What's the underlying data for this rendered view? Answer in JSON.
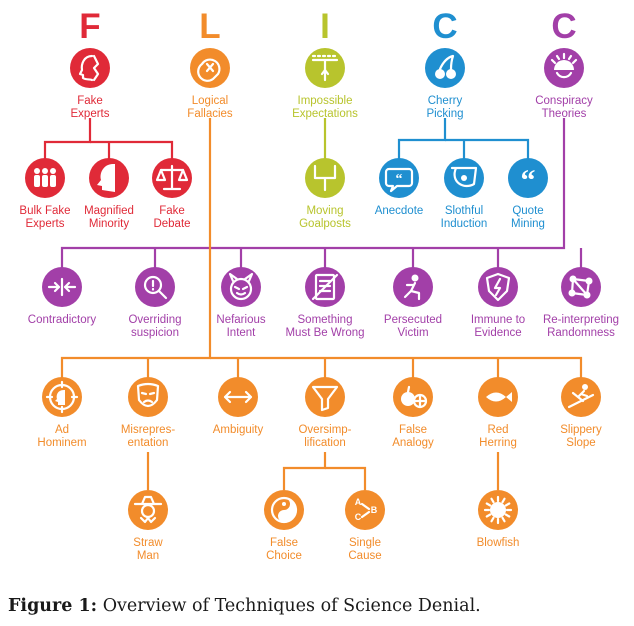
{
  "colors": {
    "red": "#e02a38",
    "orange": "#f28c2b",
    "olive": "#b8c42d",
    "blue": "#1f8fd0",
    "purple": "#a23fa8",
    "white": "#ffffff"
  },
  "letters": [
    {
      "id": "f",
      "text": "F",
      "color": "red"
    },
    {
      "id": "l",
      "text": "L",
      "color": "orange"
    },
    {
      "id": "i",
      "text": "I",
      "color": "olive"
    },
    {
      "id": "c1",
      "text": "C",
      "color": "blue"
    },
    {
      "id": "c2",
      "text": "C",
      "color": "purple"
    }
  ],
  "nodes": [
    {
      "id": "fake-experts",
      "lines": [
        "Fake",
        "Experts"
      ],
      "color": "red",
      "icon": "face-profile-icon"
    },
    {
      "id": "logical-fallacies",
      "lines": [
        "Logical",
        "Fallacies"
      ],
      "color": "orange",
      "icon": "broken-logic-icon"
    },
    {
      "id": "impossible-expectations",
      "lines": [
        "Impossible",
        "Expectations"
      ],
      "color": "olive",
      "icon": "goalpost-high-icon"
    },
    {
      "id": "cherry-picking",
      "lines": [
        "Cherry",
        "Picking"
      ],
      "color": "blue",
      "icon": "cherry-icon"
    },
    {
      "id": "conspiracy-theories",
      "lines": [
        "Conspiracy",
        "Theories"
      ],
      "color": "purple",
      "icon": "tinfoil-hat-icon"
    },
    {
      "id": "bulk-fake-experts",
      "lines": [
        "Bulk Fake",
        "Experts"
      ],
      "color": "red",
      "icon": "crowd-icon"
    },
    {
      "id": "magnified-minority",
      "lines": [
        "Magnified",
        "Minority"
      ],
      "color": "red",
      "icon": "large-profile-icon"
    },
    {
      "id": "fake-debate",
      "lines": [
        "Fake",
        "Debate"
      ],
      "color": "red",
      "icon": "balance-scale-icon"
    },
    {
      "id": "moving-goalposts",
      "lines": [
        "Moving",
        "Goalposts"
      ],
      "color": "olive",
      "icon": "goalpost-icon"
    },
    {
      "id": "anecdote",
      "lines": [
        "Anecdote"
      ],
      "color": "blue",
      "icon": "speech-bubble-icon"
    },
    {
      "id": "slothful-induction",
      "lines": [
        "Slothful",
        "Induction"
      ],
      "color": "blue",
      "icon": "sloth-icon"
    },
    {
      "id": "quote-mining",
      "lines": [
        "Quote",
        "Mining"
      ],
      "color": "blue",
      "icon": "quote-marks-icon"
    },
    {
      "id": "contradictory",
      "lines": [
        "Contradictory"
      ],
      "color": "purple",
      "icon": "opposing-arrows-icon"
    },
    {
      "id": "overriding-suspicion",
      "lines": [
        "Overriding",
        "suspicion"
      ],
      "color": "purple",
      "icon": "magnifier-exclamation-icon"
    },
    {
      "id": "nefarious-intent",
      "lines": [
        "Nefarious",
        "Intent"
      ],
      "color": "purple",
      "icon": "devil-face-icon"
    },
    {
      "id": "something-must-be-wrong",
      "lines": [
        "Something",
        "Must Be Wrong"
      ],
      "color": "purple",
      "icon": "crossed-document-icon"
    },
    {
      "id": "persecuted-victim",
      "lines": [
        "Persecuted",
        "Victim"
      ],
      "color": "purple",
      "icon": "kneeling-person-icon"
    },
    {
      "id": "immune-to-evidence",
      "lines": [
        "Immune to",
        "Evidence"
      ],
      "color": "purple",
      "icon": "shield-bolt-icon"
    },
    {
      "id": "reinterpreting-randomness",
      "lines": [
        "Re-interpreting",
        "Randomness"
      ],
      "color": "purple",
      "icon": "connected-dots-icon"
    },
    {
      "id": "ad-hominem",
      "lines": [
        "Ad",
        "Hominem"
      ],
      "color": "orange",
      "icon": "crosshair-head-icon"
    },
    {
      "id": "misrepresentation",
      "lines": [
        "Misrepres-",
        "entation"
      ],
      "color": "orange",
      "icon": "mask-icon"
    },
    {
      "id": "ambiguity",
      "lines": [
        "Ambiguity"
      ],
      "color": "orange",
      "icon": "double-arrow-icon"
    },
    {
      "id": "oversimplification",
      "lines": [
        "Oversimp-",
        "lification"
      ],
      "color": "orange",
      "icon": "funnel-icon"
    },
    {
      "id": "false-analogy",
      "lines": [
        "False",
        "Analogy"
      ],
      "color": "orange",
      "icon": "apple-orange-icon"
    },
    {
      "id": "red-herring",
      "lines": [
        "Red",
        "Herring"
      ],
      "color": "orange",
      "icon": "fish-icon"
    },
    {
      "id": "slippery-slope",
      "lines": [
        "Slippery",
        "Slope"
      ],
      "color": "orange",
      "icon": "slipping-person-icon"
    },
    {
      "id": "straw-man",
      "lines": [
        "Straw",
        "Man"
      ],
      "color": "orange",
      "icon": "scarecrow-icon"
    },
    {
      "id": "blowfish",
      "lines": [
        "Blowfish"
      ],
      "color": "orange",
      "icon": "pufferfish-icon"
    },
    {
      "id": "false-choice",
      "lines": [
        "False",
        "Choice"
      ],
      "color": "orange",
      "icon": "yin-yang-icon"
    },
    {
      "id": "single-cause",
      "lines": [
        "Single",
        "Cause"
      ],
      "color": "orange",
      "icon": "abc-arrows-icon"
    }
  ],
  "caption": {
    "label": "Figure 1:",
    "text": " Overview of Techniques of Science Denial."
  }
}
